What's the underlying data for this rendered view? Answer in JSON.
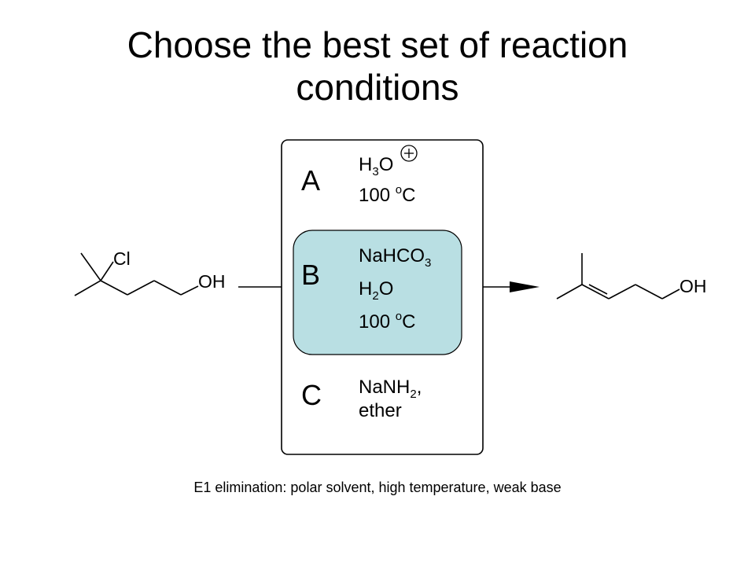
{
  "slide": {
    "title_line1": "Choose the best set of reaction",
    "title_line2": "conditions",
    "caption": "E1 elimination: polar solvent, high temperature, weak base"
  },
  "reactant": {
    "cl_label": "Cl",
    "oh_label": "OH"
  },
  "product": {
    "oh_label": "OH"
  },
  "options": {
    "a": {
      "letter": "A",
      "r1_main": "H",
      "r1_sub": "3",
      "r1_tail": "O",
      "charge": "+",
      "r2": "100 ",
      "r2_deg": "o",
      "r2_unit": "C"
    },
    "b": {
      "letter": "B",
      "r1_main": "NaHCO",
      "r1_sub": "3",
      "r2_main": "H",
      "r2_sub": "2",
      "r2_tail": "O",
      "r3": "100 ",
      "r3_deg": "o",
      "r3_unit": "C"
    },
    "c": {
      "letter": "C",
      "r1_main": "NaNH",
      "r1_sub": "2",
      "r1_tail": ",",
      "r2": "ether"
    }
  },
  "colors": {
    "highlight_fill": "#b9dfe3",
    "stroke": "#000000"
  },
  "selected_option": "B"
}
